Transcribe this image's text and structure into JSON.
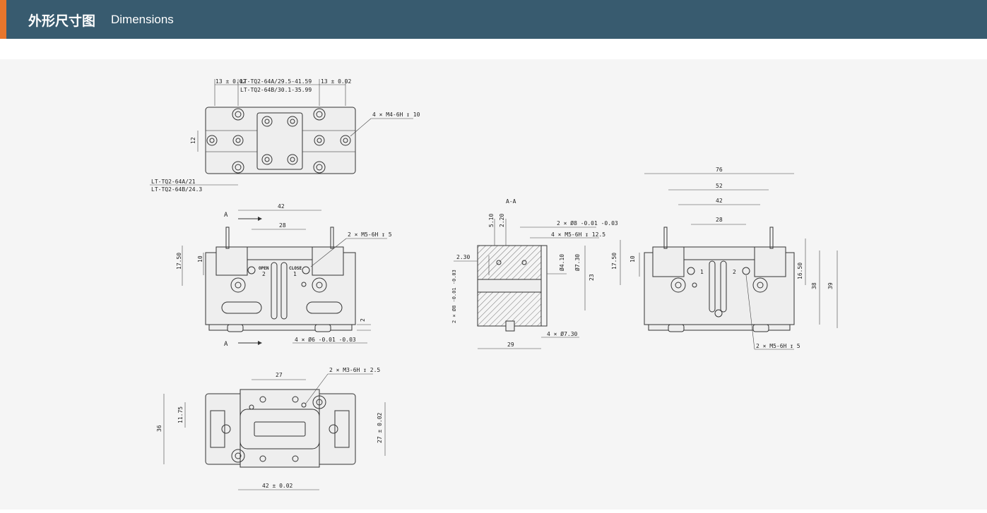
{
  "header": {
    "title_cn": "外形尺寸图",
    "title_en": "Dimensions",
    "accent_color": "#e8762c",
    "bar_color": "#385b6f"
  },
  "top_view": {
    "dim_left": "13 ± 0.02",
    "dim_right": "13 ± 0.02",
    "dim_top_a": "LT-TQ2-64A/29.5-41.59",
    "dim_top_b": "LT-TQ2-64B/30.1-35.99",
    "dim_height": "12",
    "hole_callout": "4 × M4-6H ↧ 10",
    "dim_bottom_a": "LT-TQ2-64A/21",
    "dim_bottom_b": "LT-TQ2-64B/24.3"
  },
  "front_view": {
    "section_mark_top": "A",
    "section_mark_bottom": "A",
    "dim_42": "42",
    "dim_28": "28",
    "hole_callout": "2 × M5-6H ↧ 5",
    "dim_17_50": "17.50",
    "dim_10": "10",
    "label_open": "OPEN",
    "label_open_num": "2",
    "label_close": "CLOSE",
    "label_close_num": "1",
    "dim_2": "2",
    "pin_callout": "4 × Ø6 -0.01 -0.03"
  },
  "section_view": {
    "title": "A-A",
    "dim_5_10": "5.10",
    "dim_2_20": "2.20",
    "pin_callout": "2 × Ø8 -0.01 -0.03",
    "hole_callout": "4 × M5-6H ↧ 12.5",
    "dim_2_30": "2.30",
    "dim_4_10": "Ø4.10",
    "dim_7_30": "Ø7.30",
    "dim_23": "23",
    "dim_side_pin": "2 × Ø8 -0.01 -0.03",
    "dim_bottom_hole": "4 × Ø7.30",
    "dim_29": "29"
  },
  "side_view": {
    "dim_76": "76",
    "dim_52": "52",
    "dim_42": "42",
    "dim_28": "28",
    "dim_17_50": "17.50",
    "dim_10": "10",
    "dim_16_50": "16.50",
    "dim_38": "38",
    "dim_39": "39",
    "label_1": "1",
    "label_2": "2",
    "hole_callout": "2 × M5-6H ↧ 5"
  },
  "bottom_view": {
    "dim_27": "27",
    "hole_callout": "2 × M3-6H ↧ 2.5",
    "dim_36": "36",
    "dim_11_75": "11.75",
    "dim_27_tol": "27 ± 0.02",
    "dim_42_tol": "42 ± 0.02"
  }
}
